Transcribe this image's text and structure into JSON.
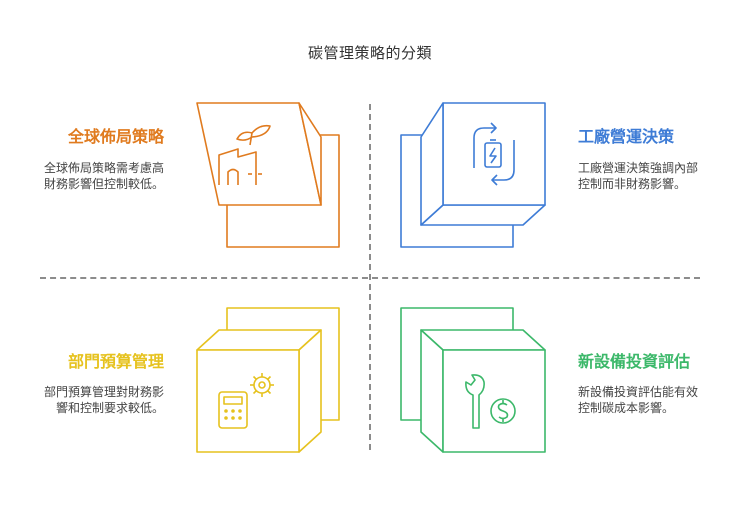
{
  "title": "碳管理策略的分類",
  "quadrants": {
    "top_left": {
      "title": "全球佈局策略",
      "description": "全球佈局策略需考慮高財務影響但控制較低。",
      "color": "#e07b1f",
      "icon": "plant-factory-icon"
    },
    "top_right": {
      "title": "工廠營運決策",
      "description": "工廠營運決策強調內部控制而非財務影響。",
      "color": "#3e7cd6",
      "icon": "battery-cycle-icon"
    },
    "bottom_left": {
      "title": "部門預算管理",
      "description": "部門預算管理對財務影響和控制要求較低。",
      "color": "#e6c21e",
      "icon": "calculator-gear-icon"
    },
    "bottom_right": {
      "title": "新設備投資評估",
      "description": "新設備投資評估能有效控制碳成本影響。",
      "color": "#3cb86a",
      "icon": "wrench-dollar-icon"
    }
  }
}
